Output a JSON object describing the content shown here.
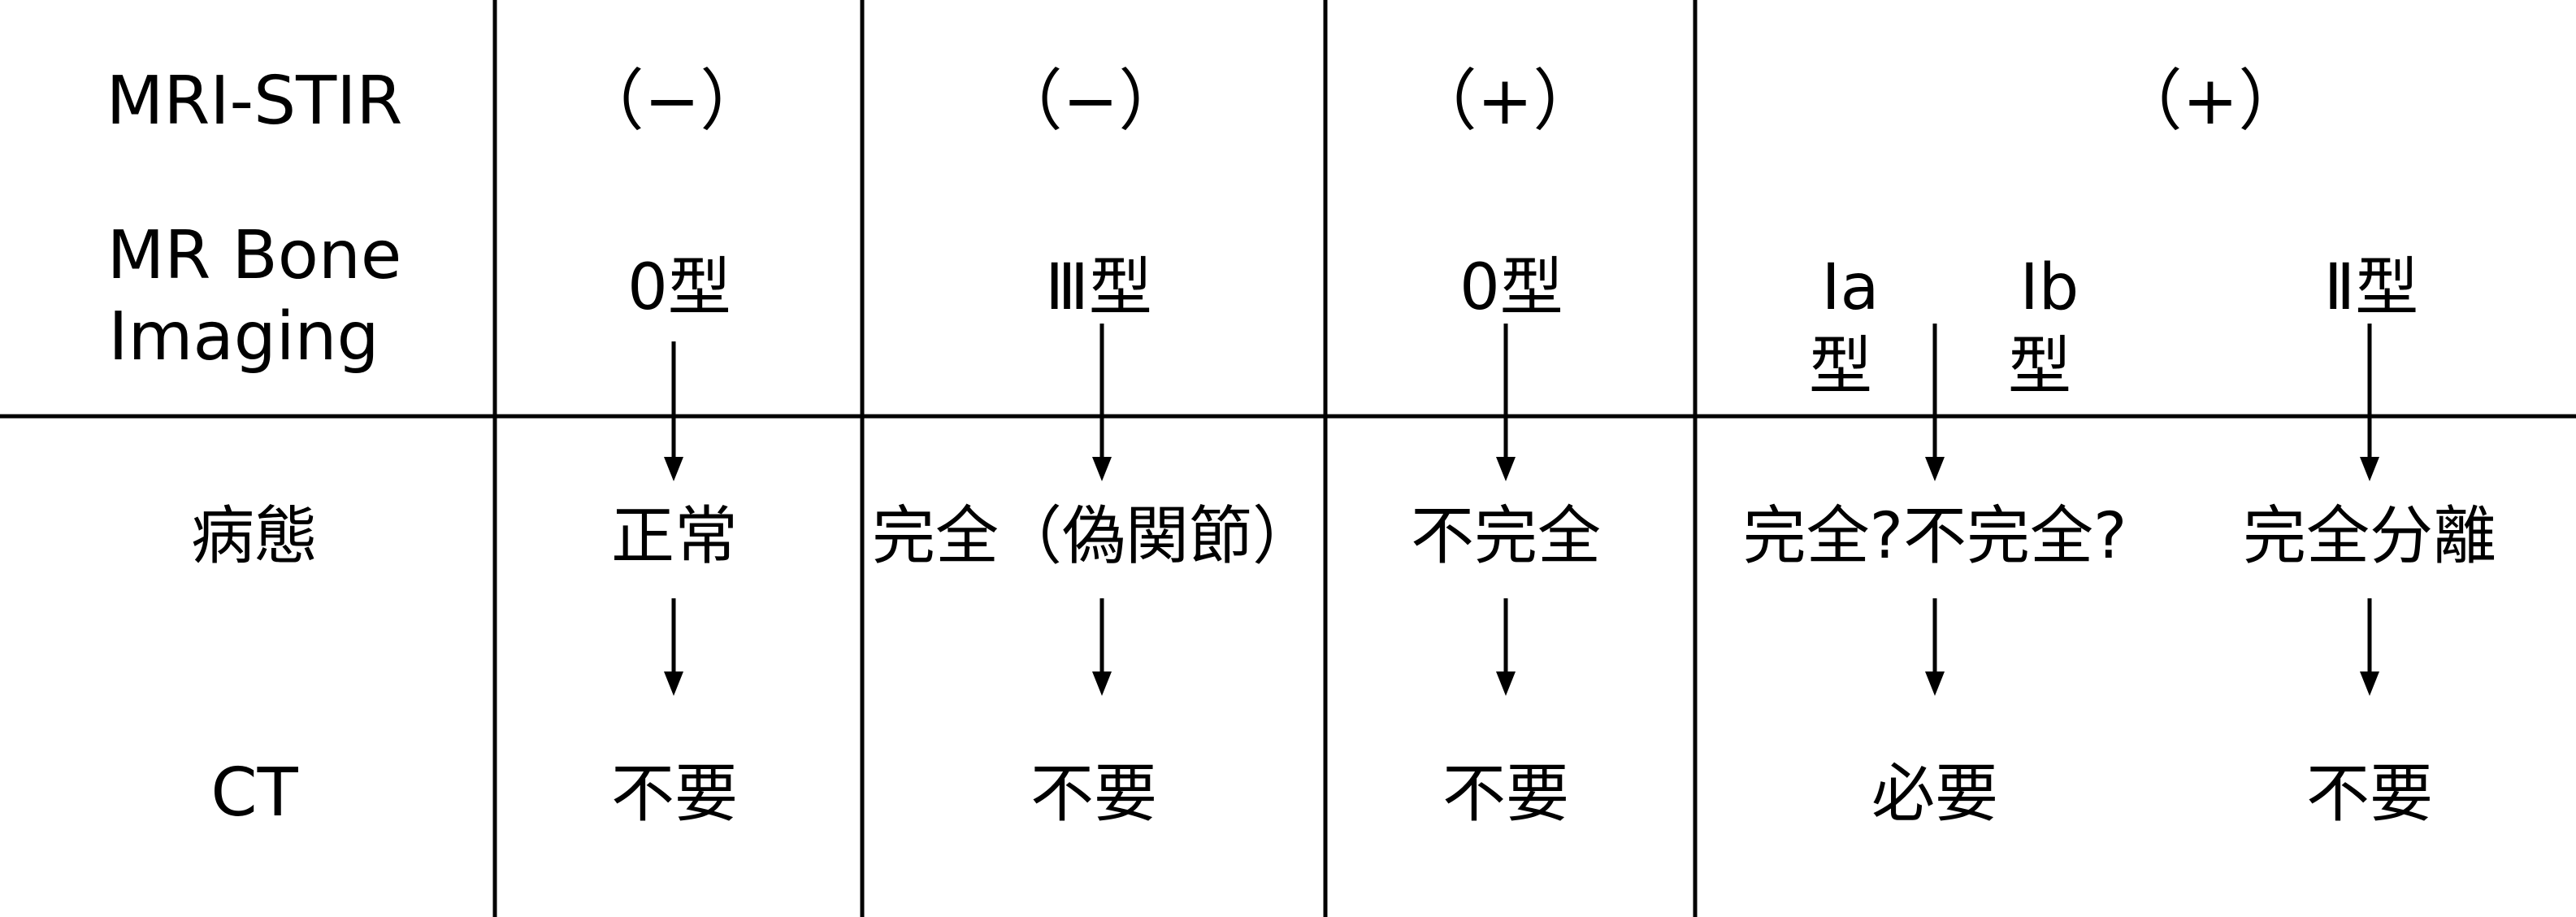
{
  "rows": {
    "mri_stir": "MRI-STIR",
    "mr_bone_imaging": [
      "MR Bone",
      "Imaging"
    ],
    "pathology": "病態",
    "ct": "CT"
  },
  "columns": [
    {
      "stir": "（−）",
      "bone_type": "0型",
      "pathology": "正常",
      "ct": "不要"
    },
    {
      "stir": "（−）",
      "bone_type": "Ⅲ型",
      "pathology": "完全（偽関節）",
      "ct": "不要"
    },
    {
      "stir": "（+）",
      "bone_type": "0型",
      "pathology": "不完全",
      "ct": "不要"
    },
    {
      "stir": "（+）",
      "bone_type_a": [
        "Ⅰa",
        "型"
      ],
      "bone_type_b": [
        "Ⅰb",
        "型"
      ],
      "pathology": "完全?不完全?",
      "ct": "必要"
    },
    {
      "bone_type": "Ⅱ型",
      "pathology": "完全分離",
      "ct": "不要"
    }
  ]
}
